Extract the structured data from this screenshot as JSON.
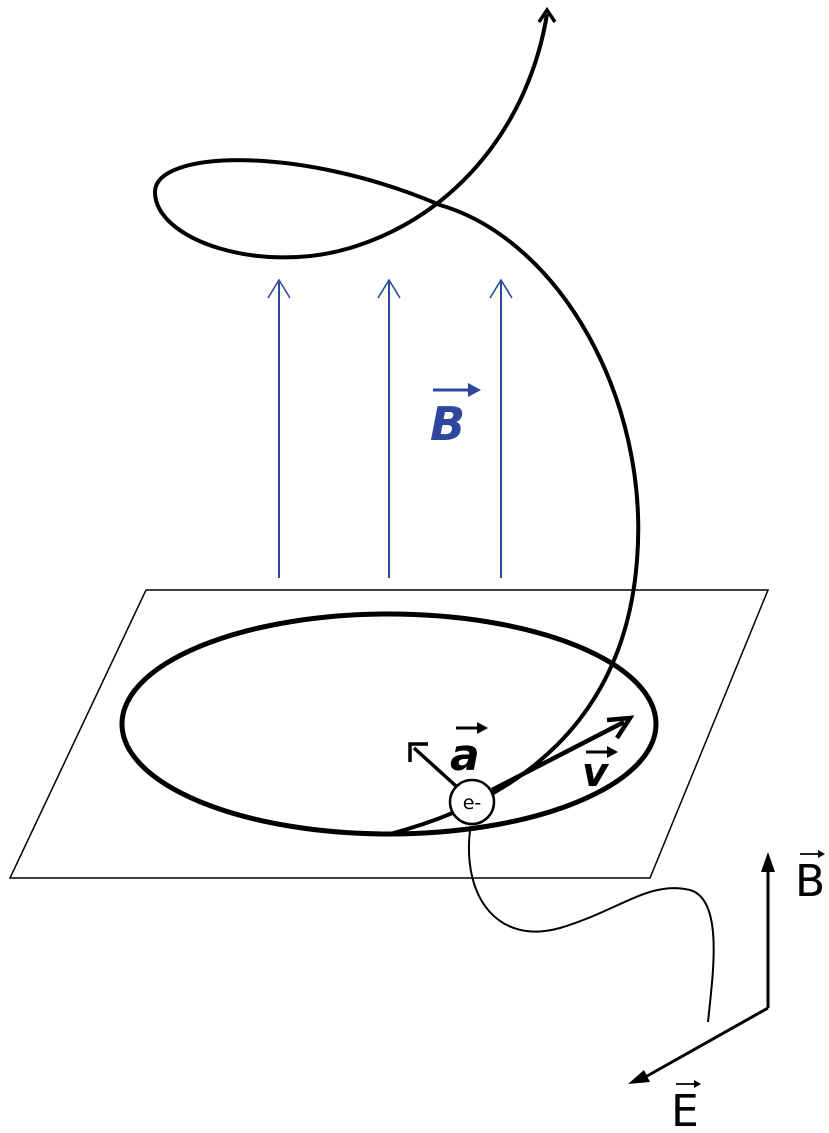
{
  "labels": {
    "field_b": "B",
    "accel": "a",
    "velocity": "v",
    "electron": "e-",
    "axis_b": "B",
    "axis_e": "E"
  },
  "colors": {
    "field": "#2e479b",
    "ink": "#000000",
    "background": "#ffffff"
  }
}
